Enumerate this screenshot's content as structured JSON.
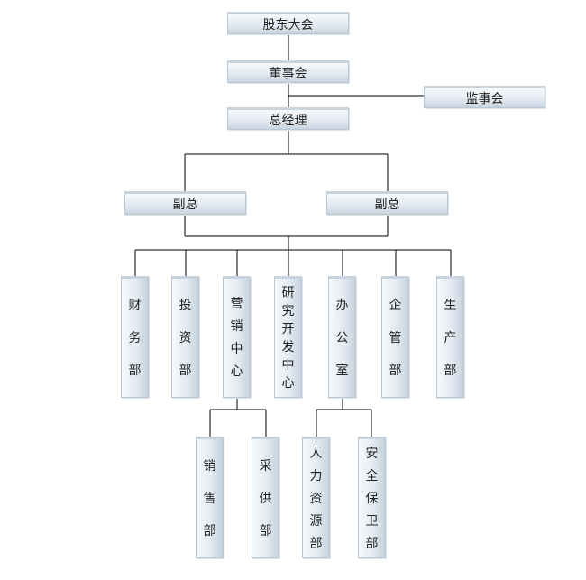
{
  "nodes": {
    "shareholders": "股东大会",
    "board": "董事会",
    "supervisors": "监事会",
    "gm": "总经理",
    "vp_left": "副总",
    "vp_right": "副总",
    "finance": "财务部",
    "investment": "投资部",
    "marketing": "营销中心",
    "rnd": "研究开发中心",
    "office": "办公室",
    "enterprise_mgmt": "企管部",
    "production": "生产部",
    "sales": "销售部",
    "procurement": "采供部",
    "hr": "人力资源部",
    "security": "安全保卫部"
  }
}
